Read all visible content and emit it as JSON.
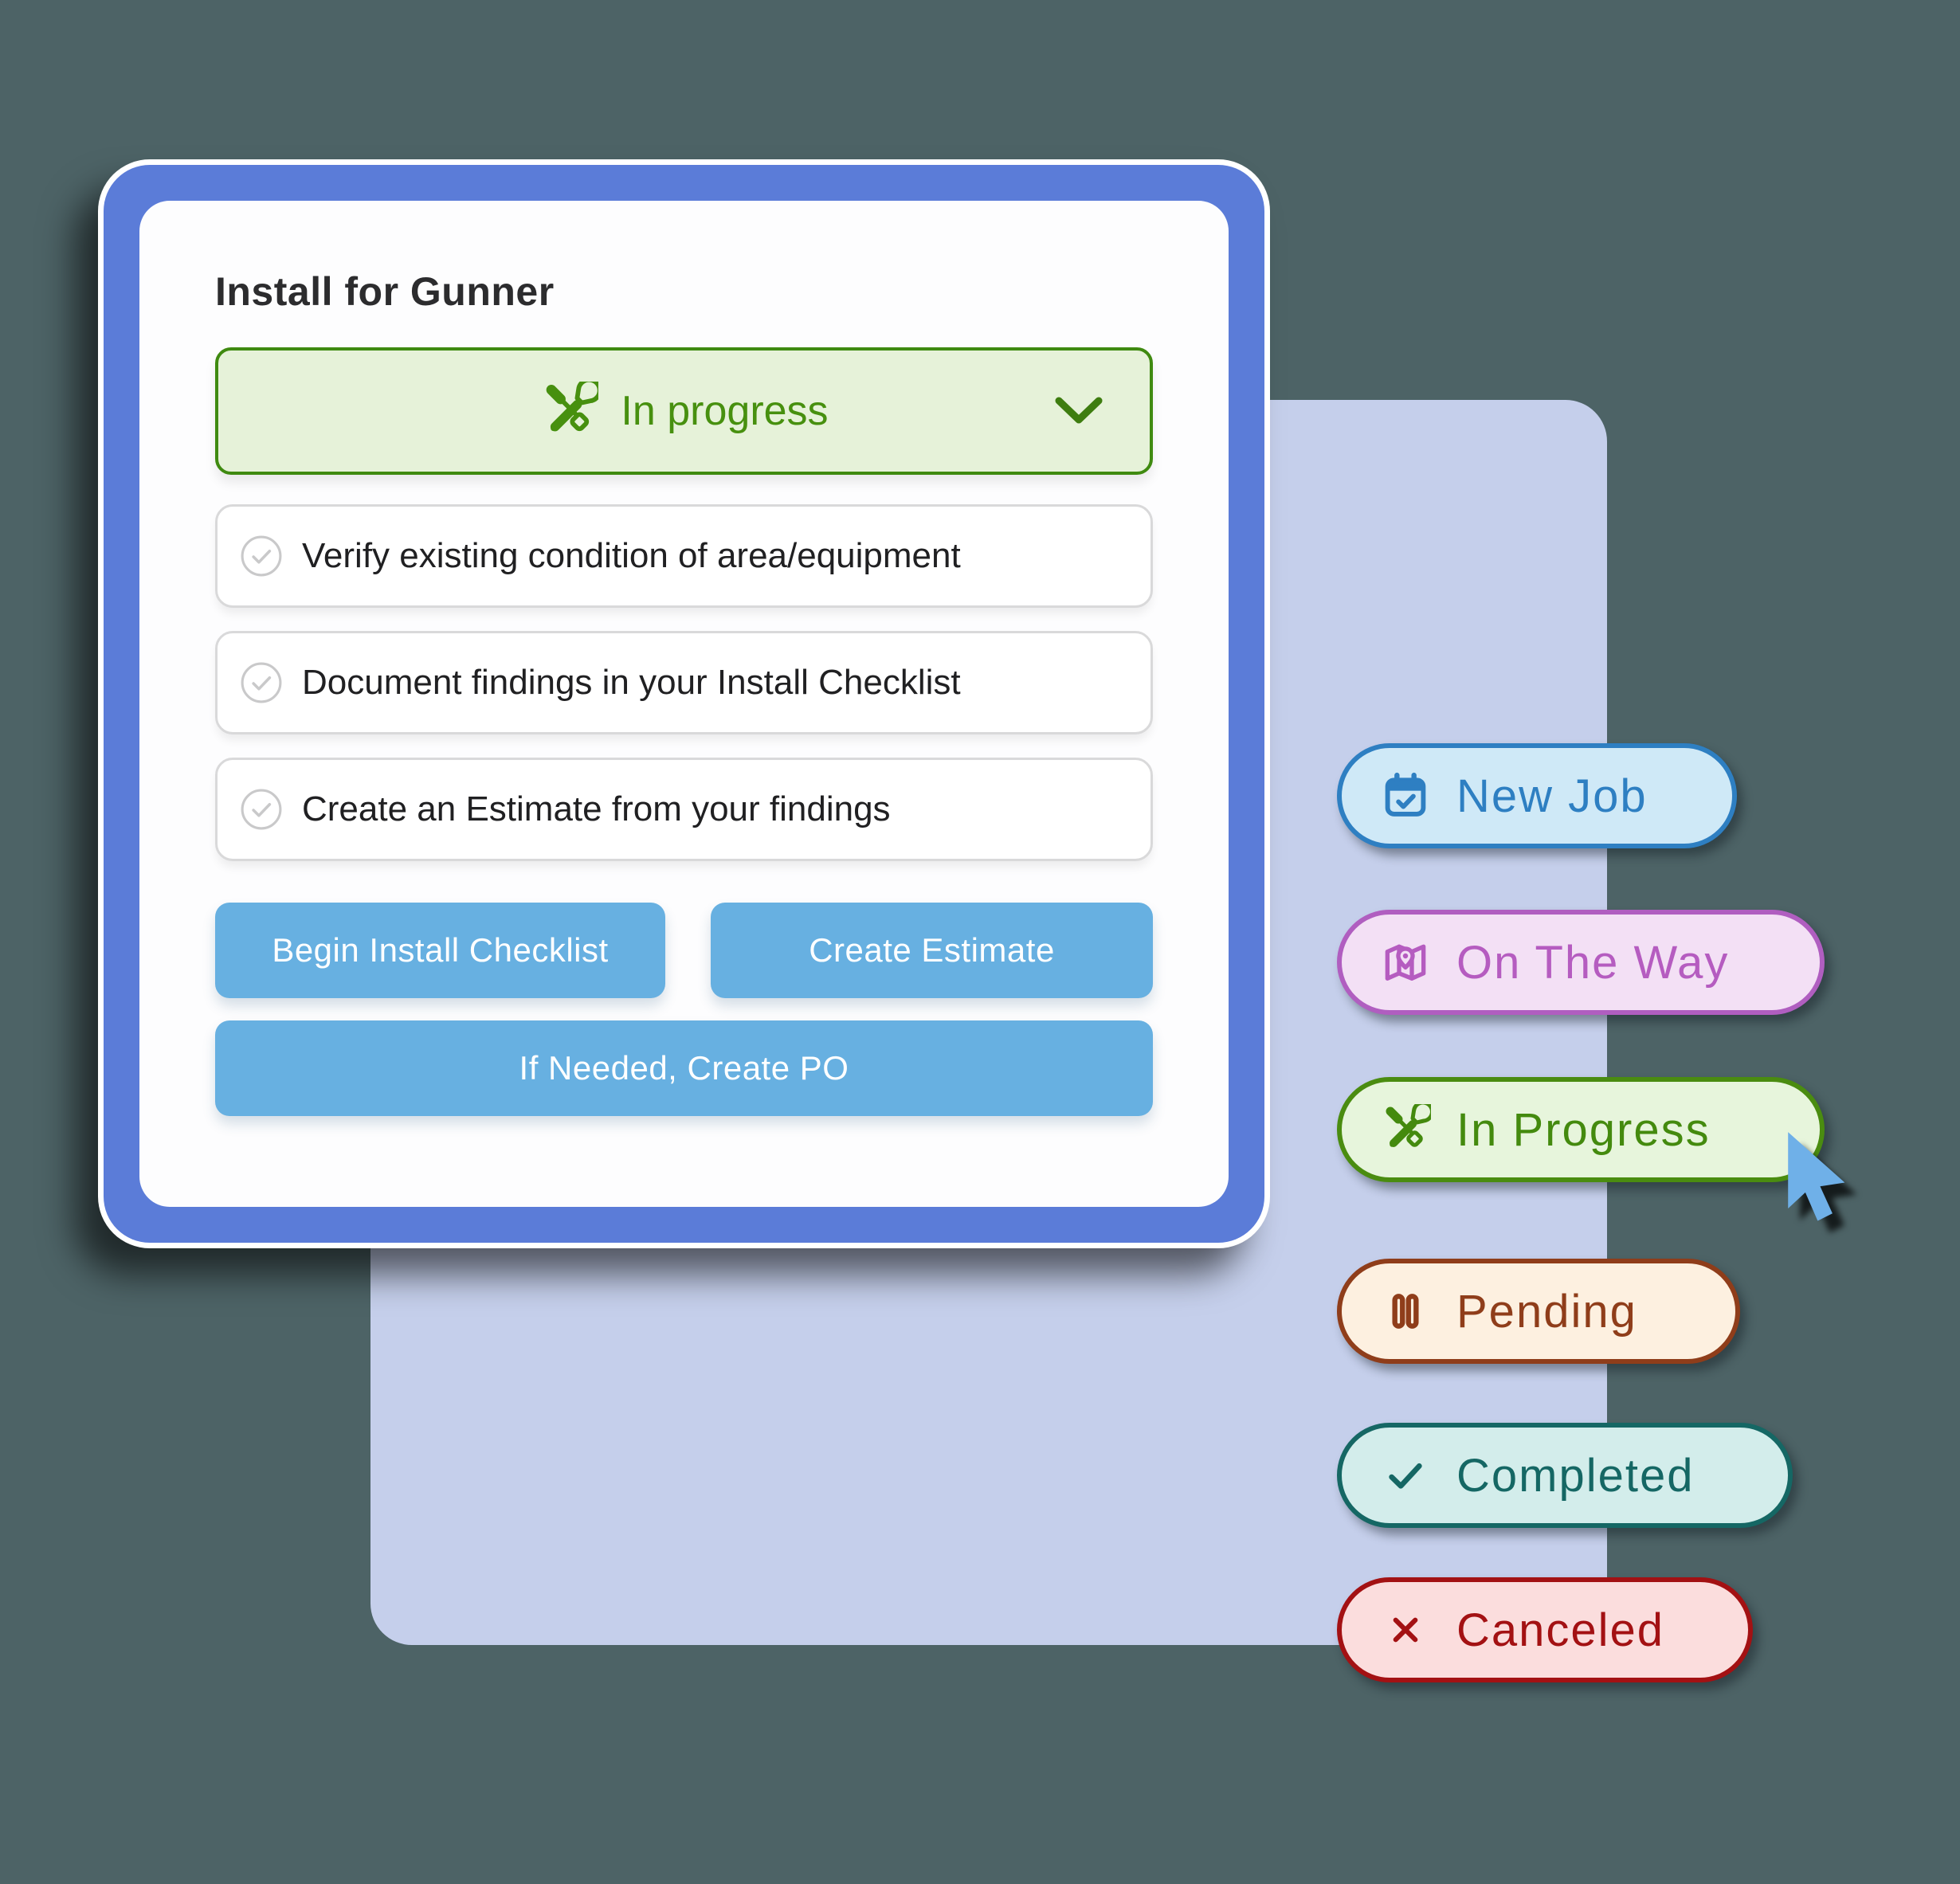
{
  "colors": {
    "background": "#4d6366",
    "panel": "#c5cfeb",
    "card_border_blue": "#5b7cd8",
    "card_surface": "#fdfdfe",
    "action_blue": "#67b0e1",
    "action_text": "#ffffff",
    "status_green_bg": "#e6f2d9",
    "status_green_border": "#3f8a10",
    "status_green_text": "#47900f",
    "checklist_border": "#d9d9da",
    "checklist_check": "#c9c9ca",
    "title_text": "#2c2c2e",
    "checklist_text": "#202022",
    "cursor_blue": "#6fb0e8"
  },
  "card": {
    "title": "Install for Gunner",
    "status_button": {
      "label": "In progress",
      "icon": "tools-icon",
      "chevron": "chevron-down-icon"
    },
    "checklist": [
      {
        "label": "Verify existing condition of area/equipment"
      },
      {
        "label": "Document findings in your Install Checklist"
      },
      {
        "label": "Create an Estimate from your findings"
      }
    ],
    "actions": [
      {
        "label": "Begin Install Checklist"
      },
      {
        "label": "Create Estimate"
      },
      {
        "label": "If Needed, Create PO"
      }
    ]
  },
  "status_badges": [
    {
      "label": "New Job",
      "icon": "calendar-check-icon",
      "bg": "#cfe9f7",
      "border": "#2e7fc2",
      "text": "#2e7fc2"
    },
    {
      "label": "On The Way",
      "icon": "map-pin-icon",
      "bg": "#f3e0f5",
      "border": "#b05ec0",
      "text": "#b55cc0"
    },
    {
      "label": "In Progress",
      "icon": "tools-icon",
      "bg": "#e7f5dc",
      "border": "#4a8c10",
      "text": "#448a0e"
    },
    {
      "label": "Pending",
      "icon": "pause-icon",
      "bg": "#fdf0e0",
      "border": "#8f3d1a",
      "text": "#8f3d1a"
    },
    {
      "label": "Completed",
      "icon": "check-icon",
      "bg": "#d3edeb",
      "border": "#156764",
      "text": "#156764"
    },
    {
      "label": "Canceled",
      "icon": "x-icon",
      "bg": "#fbdddd",
      "border": "#a31113",
      "text": "#a31113"
    }
  ]
}
